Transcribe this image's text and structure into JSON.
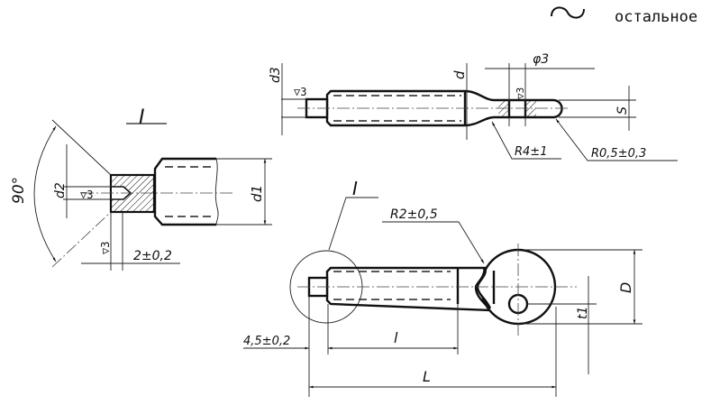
{
  "header": {
    "roughness_note": "остальное",
    "roughness_icon": "wavy-tilde-icon"
  },
  "detail_view": {
    "title": "I",
    "angle": "90°",
    "d2": "d2",
    "d1": "d1",
    "roughness_a": "▽3",
    "roughness_b": "▽3",
    "tip_length": "2±0,2"
  },
  "top_view": {
    "d3": "d3",
    "d": "d",
    "hole": "φ3",
    "s": "S",
    "roughness_a": "▽3",
    "roughness_b": "▽3",
    "r_neck": "R4±1",
    "r_end": "R0,5±0,3"
  },
  "main_view": {
    "detail_ref": "I",
    "r_head": "R2±0,5",
    "D": "D",
    "t1": "t1",
    "pin_length": "4,5±0,2",
    "l": "l",
    "L": "L"
  }
}
